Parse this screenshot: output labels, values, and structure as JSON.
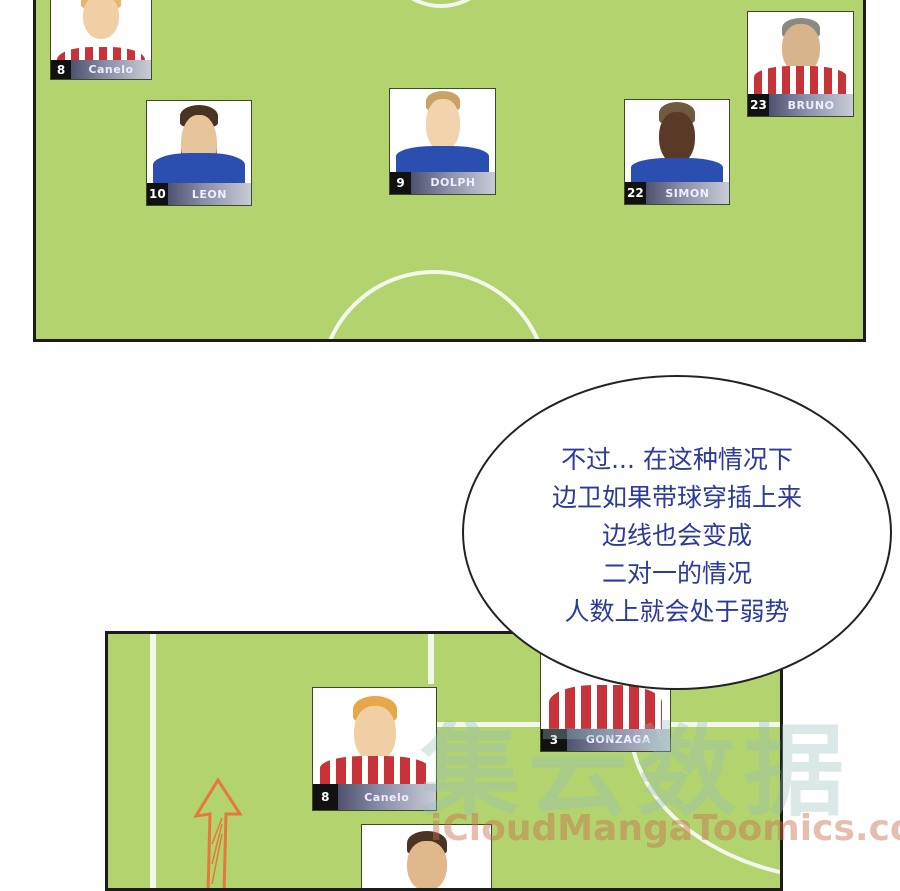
{
  "panel_top": {
    "players": [
      {
        "number": "8",
        "name": "Canelo",
        "kit": "red"
      },
      {
        "number": "10",
        "name": "LEON",
        "kit": "blue"
      },
      {
        "number": "9",
        "name": "DOLPH",
        "kit": "blue"
      },
      {
        "number": "22",
        "name": "SIMON",
        "kit": "blue"
      },
      {
        "number": "23",
        "name": "BRUNO",
        "kit": "red"
      }
    ]
  },
  "speech_bubble": {
    "lines": [
      "不过... 在这种情况下",
      "边卫如果带球穿插上来",
      "边线也会变成",
      "二对一的情况",
      "人数上就会处于弱势"
    ]
  },
  "panel_bottom": {
    "players": [
      {
        "number": "8",
        "name": "Canelo",
        "kit": "red"
      },
      {
        "number": "3",
        "name": "GONZAGA",
        "kit": "red"
      }
    ]
  },
  "watermark": {
    "cn": "集云数据",
    "en": "iCloudMangaToomics.com"
  },
  "colors": {
    "pitch": "#b2d36e",
    "bubble_text": "#2c3a9a",
    "arrow": "#e8773a"
  }
}
